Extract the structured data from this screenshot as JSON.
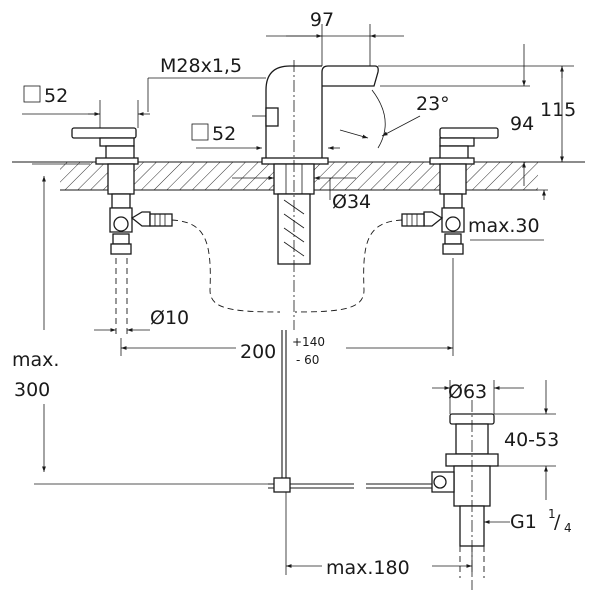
{
  "labels": {
    "width_97": "97",
    "thread_m28": "M28x1,5",
    "square_52_left": "52",
    "square_52_center": "52",
    "angle_23": "23°",
    "height_94": "94",
    "height_115": "115",
    "diameter_34": "Ø34",
    "max_30": "max.30",
    "diameter_10": "Ø10",
    "spacing_200": "200",
    "tol_plus": "+140",
    "tol_minus": "-  60",
    "max_label": "max.",
    "max_300": "300",
    "diameter_63": "Ø63",
    "range_40_53": "40-53",
    "thread_g1": "G1",
    "thread_g1_num": "1",
    "thread_g1_den": "4",
    "max_180": "max.180"
  }
}
